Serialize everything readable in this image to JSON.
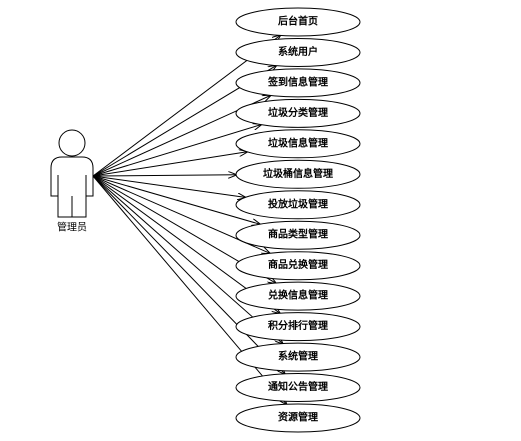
{
  "actor": {
    "label": "管理员",
    "icon": "person-icon"
  },
  "use_cases": [
    "后台首页",
    "系统用户",
    "签到信息管理",
    "垃圾分类管理",
    "垃圾信息管理",
    "垃圾桶信息管理",
    "投放垃圾管理",
    "商品类型管理",
    "商品兑换管理",
    "兑换信息管理",
    "积分排行管理",
    "系统管理",
    "通知公告管理",
    "资源管理"
  ],
  "colors": {
    "stroke": "#000000",
    "fill": "#ffffff"
  }
}
